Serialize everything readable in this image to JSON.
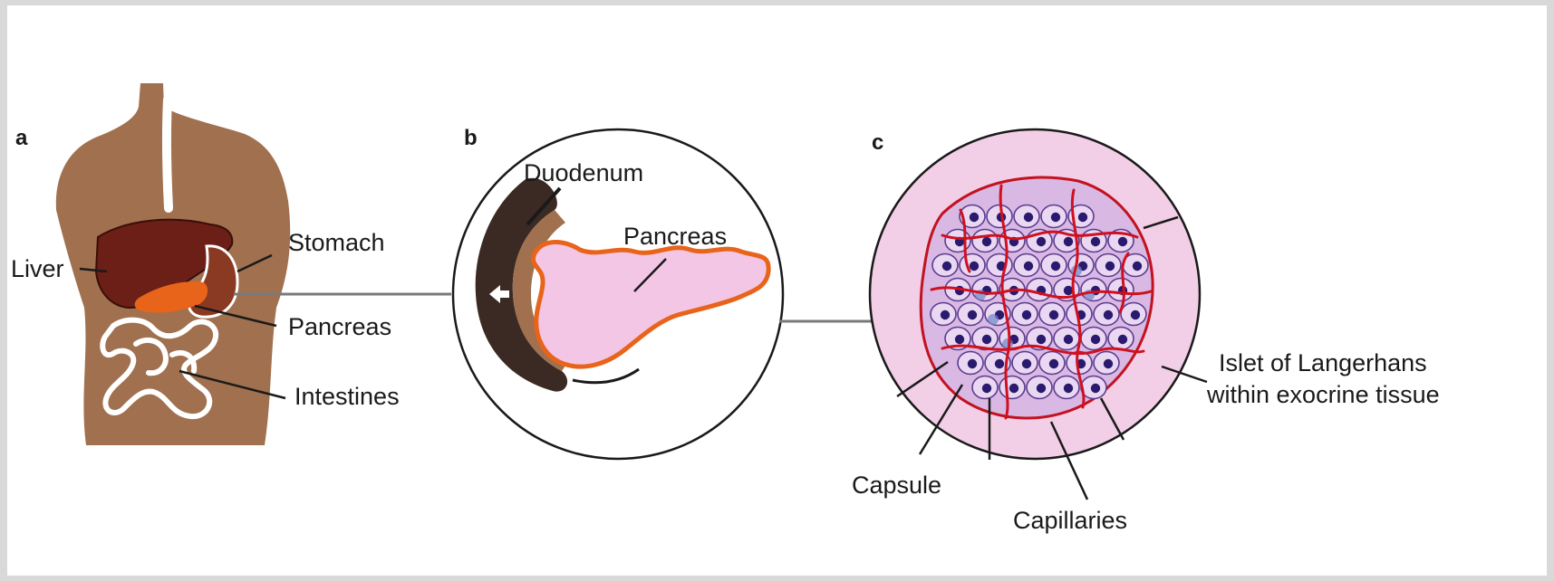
{
  "panels": {
    "a": {
      "letter": "a",
      "labels": {
        "liver": "Liver",
        "stomach": "Stomach",
        "pancreas": "Pancreas",
        "intestines": "Intestines"
      }
    },
    "b": {
      "letter": "b",
      "labels": {
        "duodenum": "Duodenum",
        "pancreas": "Pancreas"
      }
    },
    "c": {
      "letter": "c",
      "labels": {
        "islet_line1": "Islet of Langerhans",
        "islet_line2": "within exocrine tissue",
        "capsule": "Capsule",
        "capillaries": "Capillaries"
      }
    }
  },
  "colors": {
    "skin": "#a0704f",
    "liver": "#6b1f17",
    "pancreas_orange": "#e8641a",
    "pancreas_pink": "#f4c6e6",
    "islet_bg": "#f2cfe6",
    "capillary_red": "#d0101e",
    "nucleus_navy": "#2a1a6e",
    "duodenum_dark": "#3b2a23"
  }
}
